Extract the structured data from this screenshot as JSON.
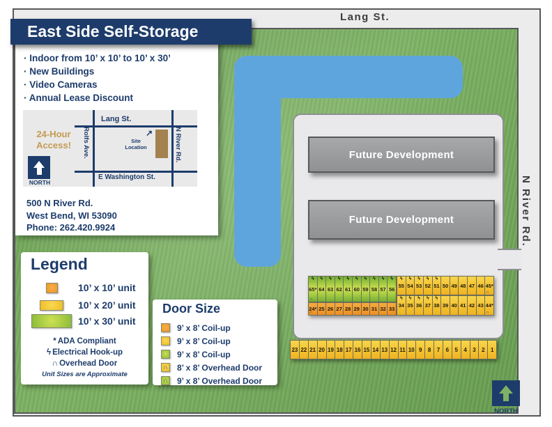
{
  "title": "East Side Self-Storage",
  "features": [
    "Indoor from 10’ x 10’ to 10’ x 30’",
    "New Buildings",
    "Video Cameras",
    "Annual Lease Discount"
  ],
  "inset_map": {
    "access_note": "24-Hour Access!",
    "north_label": "NORTH",
    "streets": {
      "top": "Lang St.",
      "left": "Rolfs Ave.",
      "right": "N River Rd.",
      "bottom": "E Washington St."
    },
    "site_label_line1": "Site",
    "site_label_line2": "Location"
  },
  "address": [
    "500 N River Rd.",
    "West Bend, WI 53090",
    "Phone: 262.420.9924"
  ],
  "legend": {
    "title": "Legend",
    "items": [
      {
        "swatch": "orange",
        "label": "10’ x 10’ unit"
      },
      {
        "swatch": "yellow",
        "label": "10’ x 20’ unit"
      },
      {
        "swatch": "green",
        "label": "10’ x 30’ unit"
      }
    ],
    "notes": [
      {
        "icon": "ada-icon",
        "label": "ADA Compliant"
      },
      {
        "icon": "electrical-icon",
        "label": "Electrical Hook-up"
      },
      {
        "icon": "overhead-door-icon",
        "label": "Overhead Door"
      }
    ],
    "footnote": "Unit Sizes are Approximate"
  },
  "door_size": {
    "title": "Door Size",
    "items": [
      {
        "swatch": "orange",
        "door_icon": false,
        "label": "9’ x 8’ Coil-up"
      },
      {
        "swatch": "yellow",
        "door_icon": false,
        "label": "9’ x 8’ Coil-up"
      },
      {
        "swatch": "green",
        "door_icon": false,
        "label": "9’ x 8’ Coil-up"
      },
      {
        "swatch": "yellow",
        "door_icon": true,
        "label": "8’ x 8’ Overhead Door"
      },
      {
        "swatch": "green",
        "door_icon": true,
        "label": "9’ x 8’ Overhead Door"
      }
    ]
  },
  "site_plan": {
    "streets": {
      "top": "Lang St.",
      "right": "N River Rd."
    },
    "future_development": [
      "Future Development",
      "Future Development"
    ],
    "north_label": "NORTH",
    "unit_blocks": [
      {
        "id": "rear-left-top",
        "color": "green",
        "units": [
          {
            "n": "65*",
            "bolt": true,
            "door": true
          },
          {
            "n": "64",
            "bolt": true
          },
          {
            "n": "63",
            "bolt": true
          },
          {
            "n": "62",
            "bolt": true
          },
          {
            "n": "61",
            "bolt": true
          },
          {
            "n": "60",
            "bolt": true
          },
          {
            "n": "59",
            "bolt": true
          },
          {
            "n": "58",
            "bolt": true
          },
          {
            "n": "57",
            "bolt": true
          },
          {
            "n": "56",
            "bolt": true
          }
        ]
      },
      {
        "id": "rear-left-bottom",
        "color": "orange",
        "units": [
          {
            "n": "24*",
            "door": true
          },
          {
            "n": "25"
          },
          {
            "n": "26"
          },
          {
            "n": "27"
          },
          {
            "n": "28"
          },
          {
            "n": "29"
          },
          {
            "n": "30"
          },
          {
            "n": "31"
          },
          {
            "n": "32"
          },
          {
            "n": "33"
          }
        ]
      },
      {
        "id": "rear-right-top",
        "color": "yellow",
        "units": [
          {
            "n": "55",
            "bolt": true
          },
          {
            "n": "54",
            "bolt": true
          },
          {
            "n": "53",
            "bolt": true
          },
          {
            "n": "52",
            "bolt": true
          },
          {
            "n": "51",
            "bolt": true
          },
          {
            "n": "50"
          },
          {
            "n": "49"
          },
          {
            "n": "48"
          },
          {
            "n": "47"
          },
          {
            "n": "46"
          },
          {
            "n": "45*",
            "door": true
          }
        ]
      },
      {
        "id": "rear-right-bottom",
        "color": "yellow",
        "units": [
          {
            "n": "34",
            "bolt": true
          },
          {
            "n": "35",
            "bolt": true
          },
          {
            "n": "36",
            "bolt": true
          },
          {
            "n": "37",
            "bolt": true
          },
          {
            "n": "38",
            "bolt": true
          },
          {
            "n": "39"
          },
          {
            "n": "40"
          },
          {
            "n": "41"
          },
          {
            "n": "42"
          },
          {
            "n": "43"
          },
          {
            "n": "44*",
            "door": true
          }
        ]
      },
      {
        "id": "front-row",
        "color": "yellow",
        "units": [
          {
            "n": "23"
          },
          {
            "n": "22"
          },
          {
            "n": "21"
          },
          {
            "n": "20"
          },
          {
            "n": "19"
          },
          {
            "n": "18"
          },
          {
            "n": "17"
          },
          {
            "n": "16"
          },
          {
            "n": "15"
          },
          {
            "n": "14"
          },
          {
            "n": "13"
          },
          {
            "n": "12"
          },
          {
            "n": "11"
          },
          {
            "n": "10"
          },
          {
            "n": "9"
          },
          {
            "n": "8"
          },
          {
            "n": "7"
          },
          {
            "n": "6"
          },
          {
            "n": "5"
          },
          {
            "n": "4"
          },
          {
            "n": "3"
          },
          {
            "n": "2"
          },
          {
            "n": "1"
          }
        ]
      }
    ]
  },
  "icons": {
    "ada-icon": "*",
    "electrical-icon": "ϟ",
    "overhead-door-icon": "∩",
    "north-arrow-icon": "up-arrow",
    "site-location-arrow-icon": "↗"
  },
  "colors": {
    "navy": "#1d3c6b",
    "field_green": "#7cb263",
    "road_blue": "#5fa5dd",
    "paved_gray": "#e9e9eb",
    "unit_orange": "#ee8f22",
    "unit_yellow": "#f3c02e",
    "unit_green": "#9fc940",
    "gold": "#c49a50"
  }
}
